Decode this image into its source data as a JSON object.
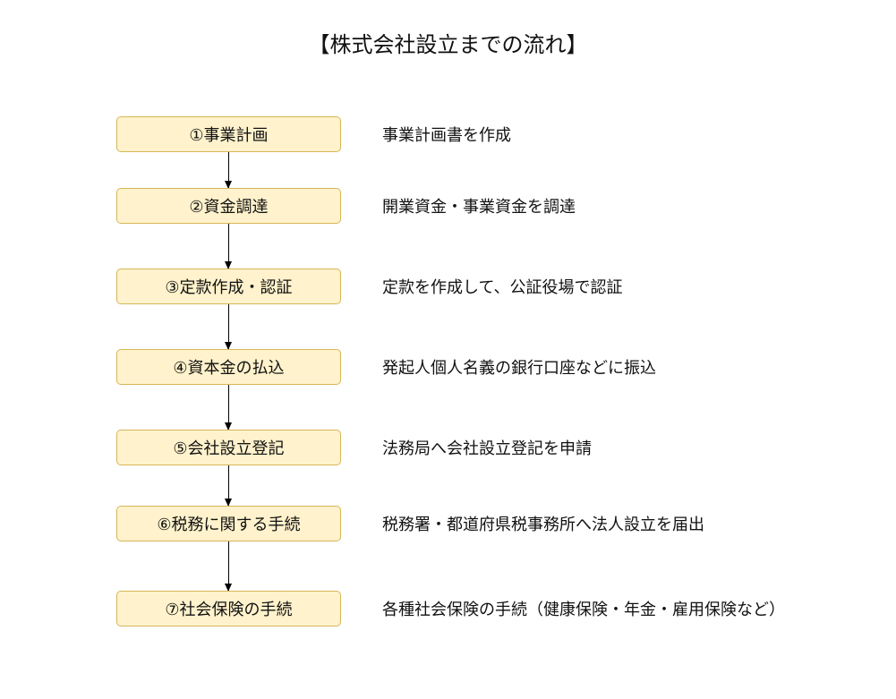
{
  "title": "【株式会社設立までの流れ】",
  "colors": {
    "box_fill": "#fff2cc",
    "box_border": "#d6b656",
    "arrow": "#000000",
    "text": "#111111"
  },
  "steps": [
    {
      "label": "①事業計画",
      "description": "事業計画書を作成"
    },
    {
      "label": "②資金調達",
      "description": "開業資金・事業資金を調達"
    },
    {
      "label": "③定款作成・認証",
      "description": "定款を作成して、公証役場で認証"
    },
    {
      "label": "④資本金の払込",
      "description": "発起人個人名義の銀行口座などに振込"
    },
    {
      "label": "⑤会社設立登記",
      "description": "法務局へ会社設立登記を申請"
    },
    {
      "label": "⑥税務に関する手続",
      "description": "税務署・都道府県税事務所へ法人設立を届出"
    },
    {
      "label": "⑦社会保険の手続",
      "description": "各種社会保険の手続（健康保険・年金・雇用保険など）"
    }
  ]
}
